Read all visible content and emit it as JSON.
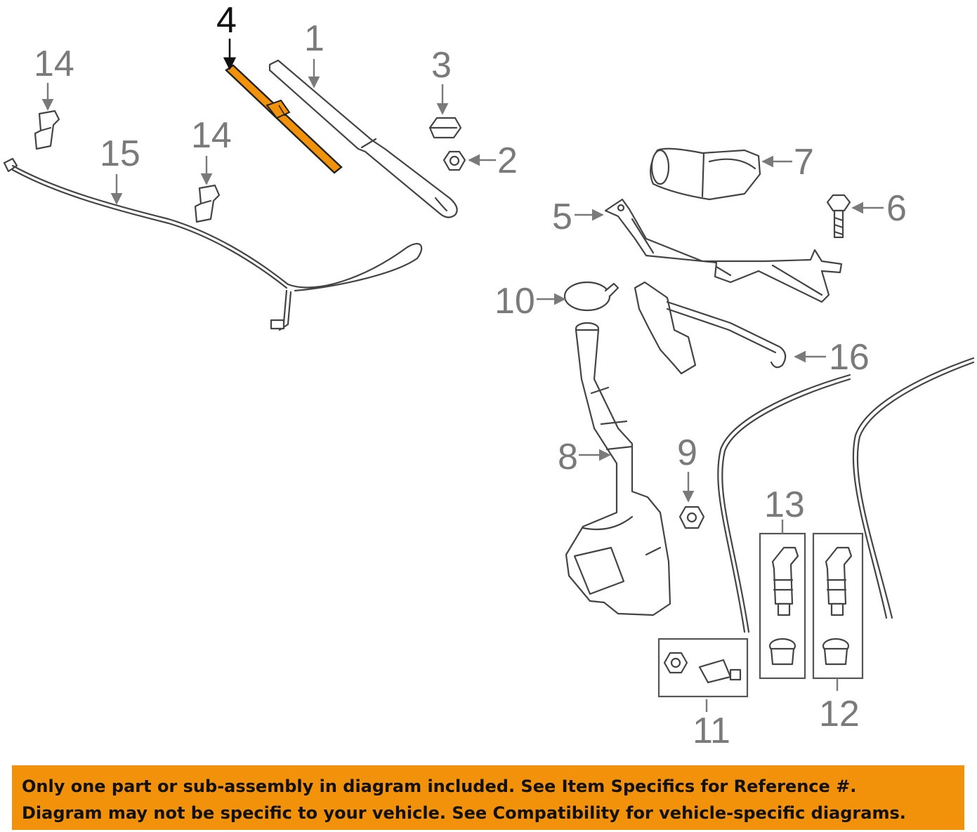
{
  "diagram": {
    "highlight_color": "#f2920a",
    "highlighted_part": "4",
    "callouts": {
      "c1": "1",
      "c2": "2",
      "c3": "3",
      "c4": "4",
      "c5": "5",
      "c6": "6",
      "c7": "7",
      "c8": "8",
      "c9": "9",
      "c10": "10",
      "c11": "11",
      "c12": "12",
      "c13": "13",
      "c14a": "14",
      "c14b": "14",
      "c15": "15",
      "c16": "16"
    }
  },
  "banner": {
    "background": "#f2920a",
    "line1": "Only one part or sub-assembly in diagram included. See Item Specifics for Reference #.",
    "line2": "Diagram may not be specific to your vehicle. See Compatibility for vehicle-specific diagrams."
  }
}
